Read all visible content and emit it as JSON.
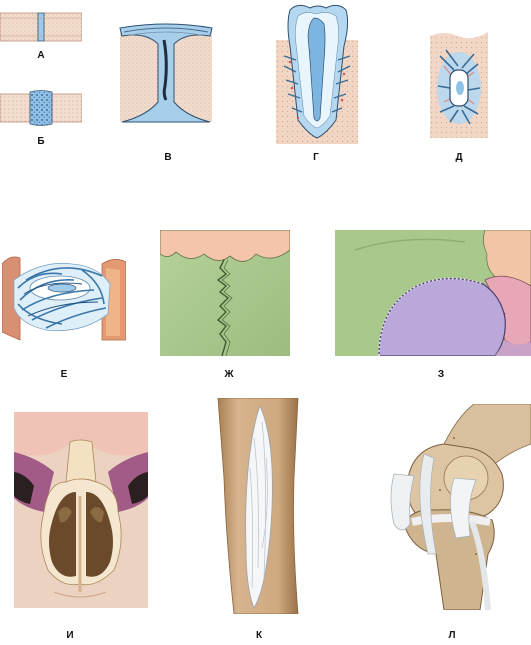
{
  "labels": {
    "a": "А",
    "b": "Б",
    "v": "В",
    "g": "Г",
    "d": "Д",
    "e": "Е",
    "zh": "Ж",
    "z": "З",
    "i": "И",
    "k": "К",
    "l": "Л"
  },
  "colors": {
    "bone": "#f2dccd",
    "bone_dots": "#d9b9a4",
    "cartilage_blue": "#9fc9e8",
    "fiber_blue": "#5a8fb8",
    "skin_pink": "#f0c9b3",
    "green_bone": "#a6c58a",
    "purple_bone": "#b9a8d9",
    "pink_bone": "#e7a8b8",
    "peach_bone": "#f3c6a8",
    "long_bone": "#c9a27a",
    "ligament_white": "#e9edf0",
    "dark_cavity": "#6a4a2a"
  }
}
